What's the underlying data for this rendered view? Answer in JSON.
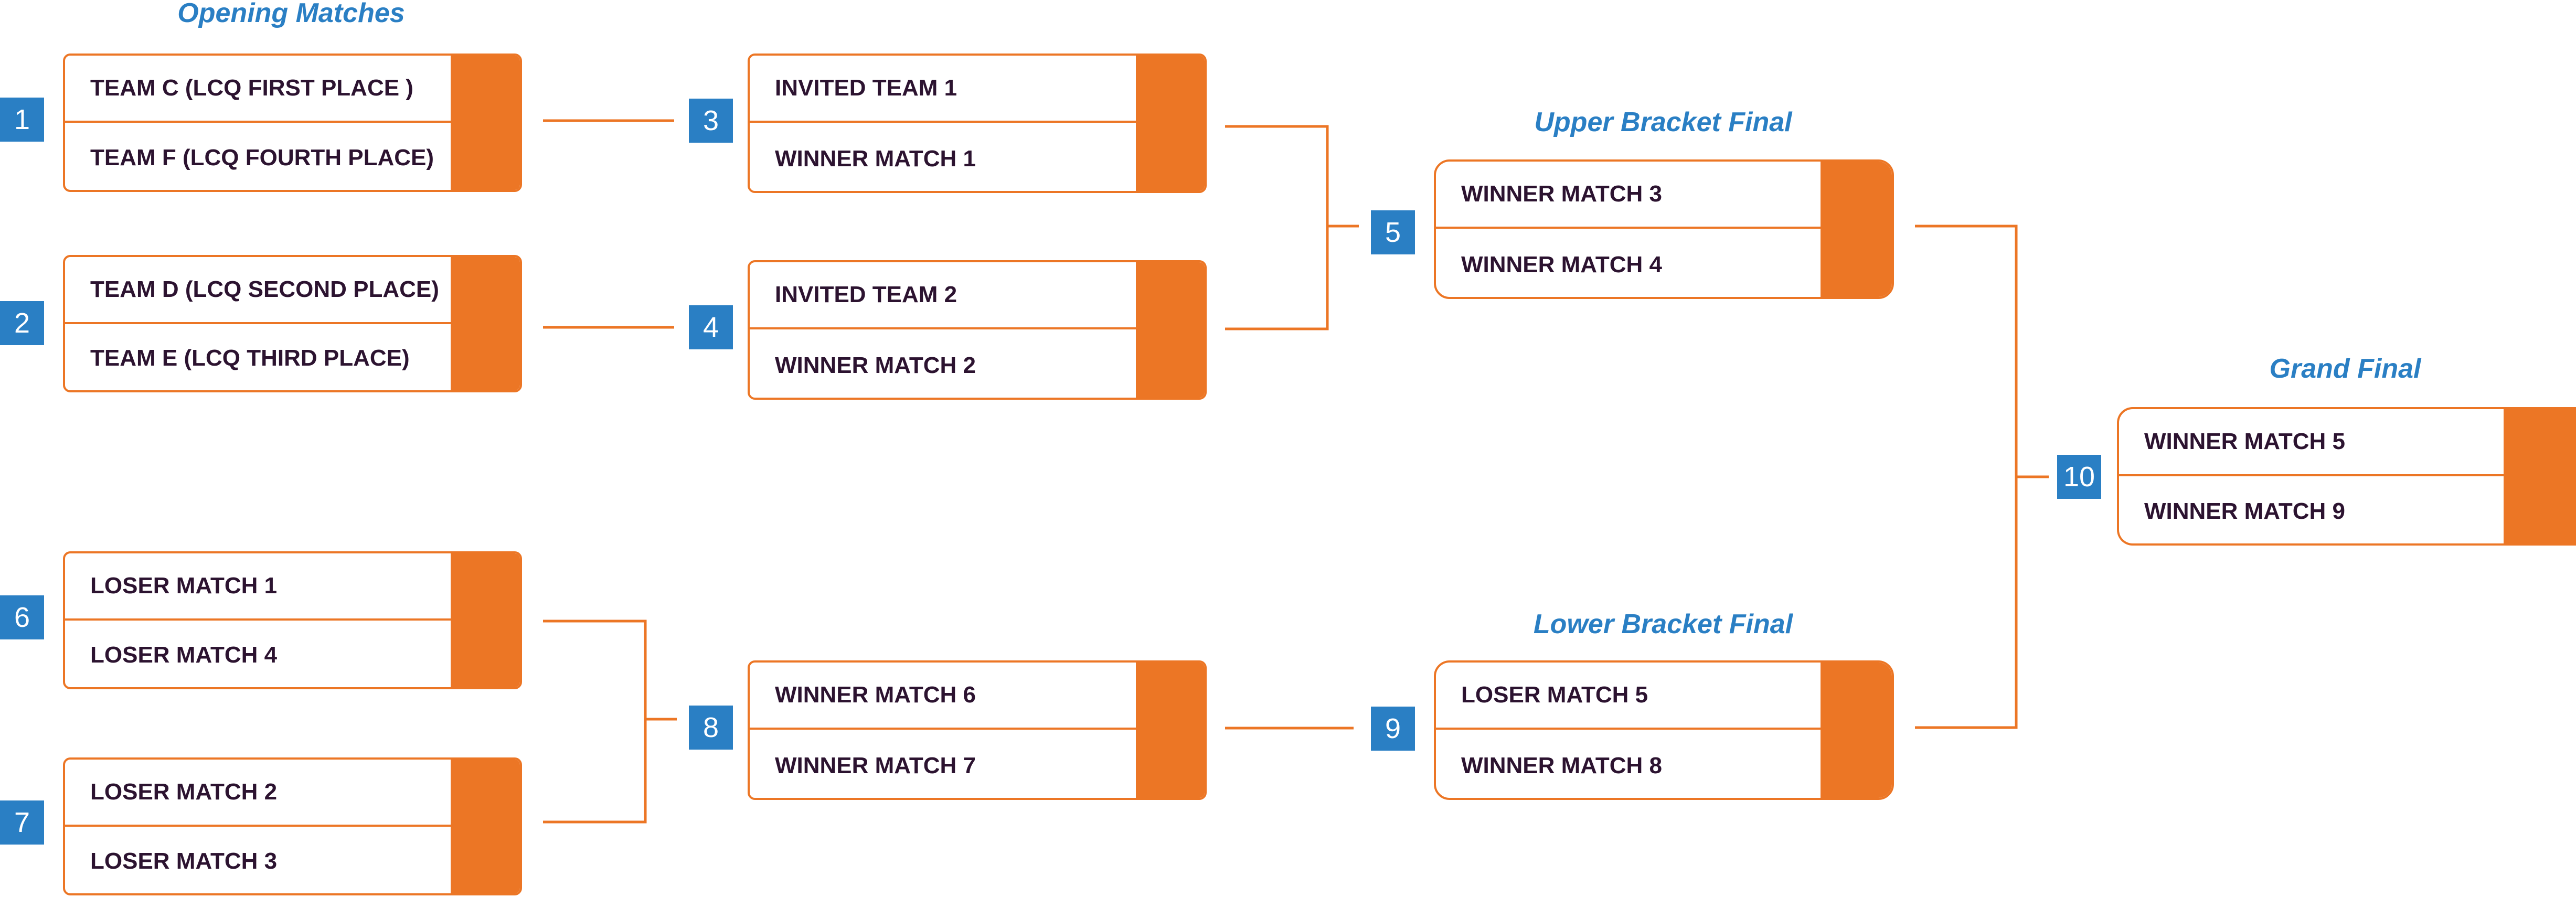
{
  "stages": {
    "opening": "Opening Matches",
    "upper_final": "Upper Bracket Final",
    "lower_final": "Lower Bracket Final",
    "grand_final": "Grand Final"
  },
  "colors": {
    "accent": "#ec7625",
    "number_badge": "#2a7fc4",
    "stage_title": "#2a7fc4",
    "team_text": "#2c1330"
  },
  "matches": [
    {
      "number": "1",
      "team_top": "TEAM C (LCQ FIRST PLACE )",
      "team_bottom": "TEAM F (LCQ FOURTH PLACE)"
    },
    {
      "number": "2",
      "team_top": "TEAM D (LCQ SECOND PLACE)",
      "team_bottom": "TEAM E (LCQ THIRD PLACE)"
    },
    {
      "number": "3",
      "team_top": "INVITED TEAM 1",
      "team_bottom": "WINNER MATCH 1"
    },
    {
      "number": "4",
      "team_top": "INVITED TEAM 2",
      "team_bottom": "WINNER MATCH 2"
    },
    {
      "number": "5",
      "team_top": "WINNER MATCH 3",
      "team_bottom": "WINNER MATCH 4"
    },
    {
      "number": "6",
      "team_top": "LOSER MATCH 1",
      "team_bottom": "LOSER MATCH 4"
    },
    {
      "number": "7",
      "team_top": "LOSER MATCH 2",
      "team_bottom": "LOSER MATCH 3"
    },
    {
      "number": "8",
      "team_top": "WINNER MATCH 6",
      "team_bottom": "WINNER MATCH 7"
    },
    {
      "number": "9",
      "team_top": "LOSER MATCH 5",
      "team_bottom": "WINNER MATCH 8"
    },
    {
      "number": "10",
      "team_top": "WINNER MATCH 5",
      "team_bottom": "WINNER MATCH 9"
    }
  ]
}
